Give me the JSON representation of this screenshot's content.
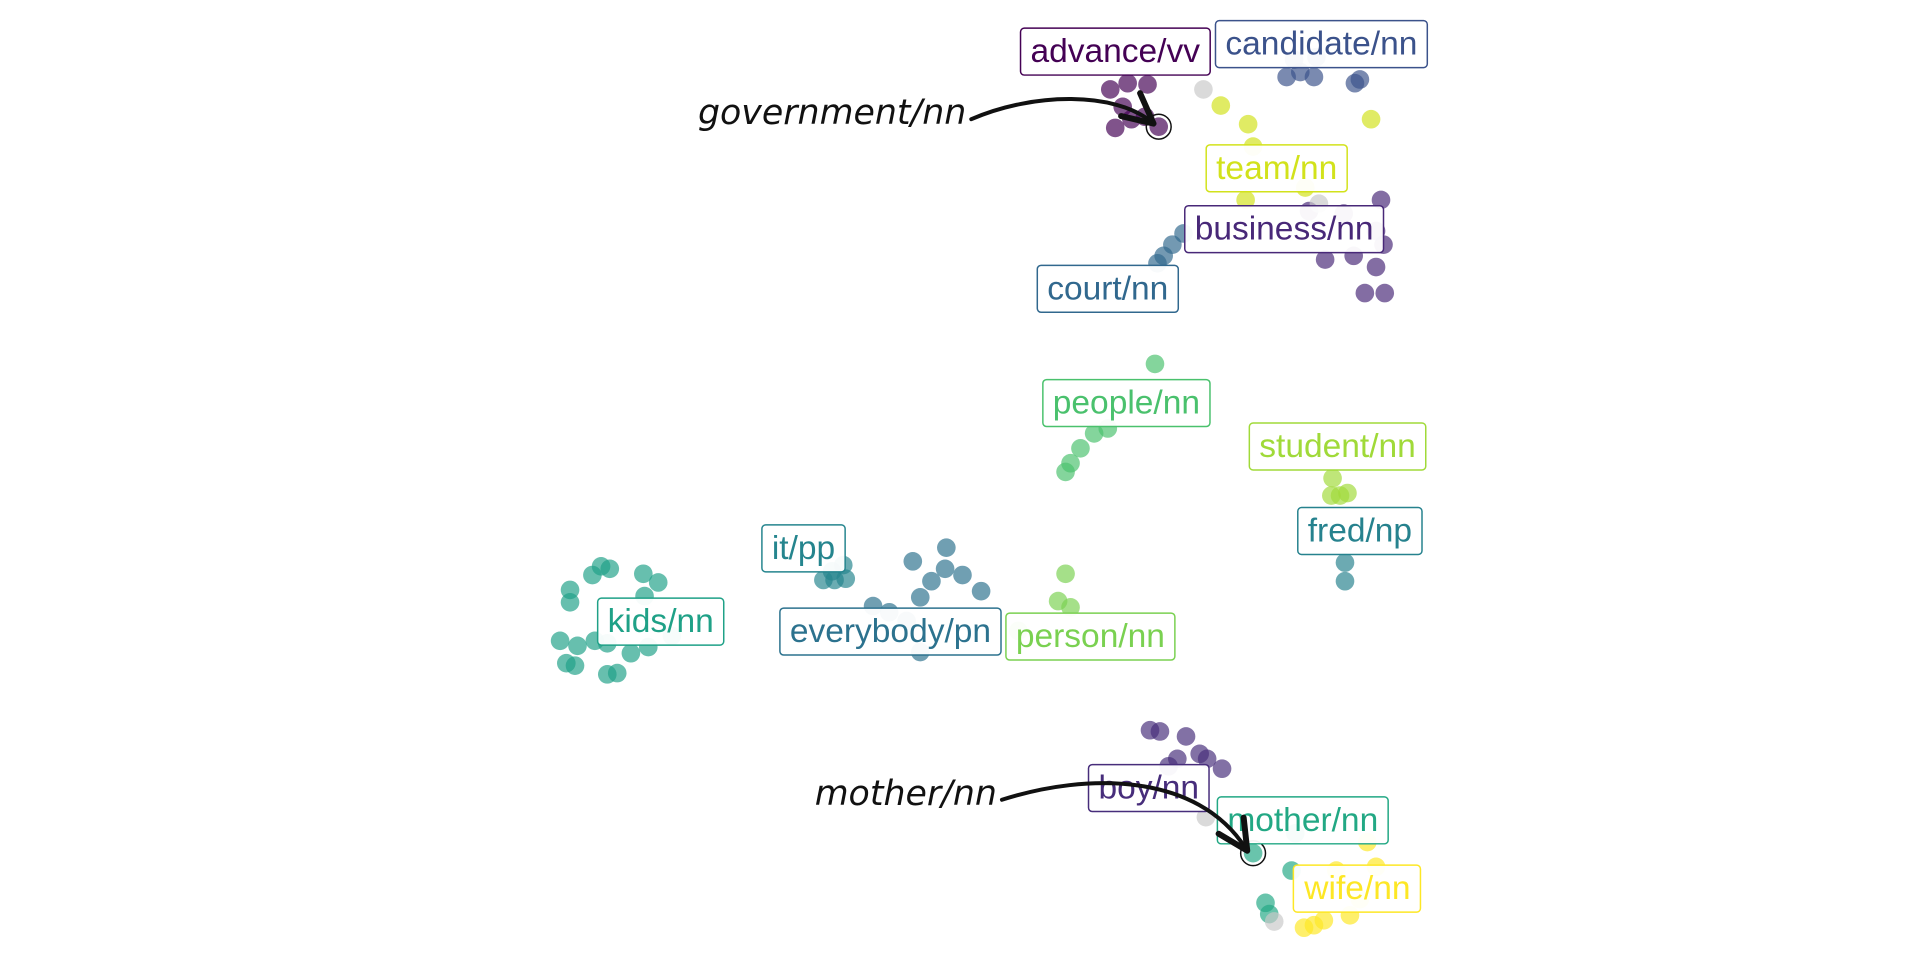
{
  "chart_data": {
    "type": "scatter",
    "title": "",
    "xlabel": "",
    "ylabel": "",
    "xlim": [
      0,
      1546
    ],
    "ylim": [
      760,
      0
    ],
    "grid": false,
    "legend": "none",
    "marker_opacity": 0.68,
    "clusters": [
      {
        "label": "advance/vv",
        "color": "#440154",
        "label_at": [
          898,
          41
        ],
        "points": [
          [
            894,
            72
          ],
          [
            908,
            67
          ],
          [
            924,
            68
          ],
          [
            898,
            103
          ],
          [
            911,
            96
          ],
          [
            922,
            94
          ],
          [
            933,
            102
          ],
          [
            904,
            86
          ]
        ]
      },
      {
        "label": "candidate/nn",
        "color": "#3b528b",
        "label_at": [
          1064,
          35
        ],
        "points": [
          [
            1036,
            62
          ],
          [
            1047,
            58
          ],
          [
            1058,
            62
          ],
          [
            1091,
            67
          ],
          [
            1095,
            64
          ],
          [
            1042,
            48
          ],
          [
            1060,
            46
          ]
        ]
      },
      {
        "label": "team/nn",
        "color": "#d2e21b",
        "label_at": [
          1028,
          135
        ],
        "points": [
          [
            983,
            85
          ],
          [
            1005,
            100
          ],
          [
            1104,
            96
          ],
          [
            1003,
            161
          ],
          [
            1009,
            118
          ],
          [
            1051,
            151
          ]
        ]
      },
      {
        "label": "business/nn",
        "color": "#482878",
        "label_at": [
          1034,
          184
        ],
        "points": [
          [
            1112,
            161
          ],
          [
            1108,
            186
          ],
          [
            1114,
            197
          ],
          [
            1067,
            209
          ],
          [
            1090,
            206
          ],
          [
            1108,
            215
          ],
          [
            1099,
            236
          ],
          [
            1115,
            236
          ],
          [
            1054,
            170
          ],
          [
            1082,
            172
          ]
        ]
      },
      {
        "label": "court/nn",
        "color": "#31688e",
        "label_at": [
          892,
          232
        ],
        "points": [
          [
            937,
            206
          ],
          [
            944,
            197
          ],
          [
            953,
            188
          ],
          [
            932,
            212
          ]
        ]
      },
      {
        "label": "people/nn",
        "color": "#4ac16d",
        "label_at": [
          907,
          324
        ],
        "points": [
          [
            930,
            293
          ],
          [
            881,
            349
          ],
          [
            892,
            345
          ],
          [
            870,
            361
          ],
          [
            862,
            373
          ],
          [
            858,
            380
          ]
        ]
      },
      {
        "label": "student/nn",
        "color": "#a0da39",
        "label_at": [
          1077,
          359
        ],
        "points": [
          [
            1073,
            385
          ],
          [
            1072,
            399
          ],
          [
            1085,
            397
          ],
          [
            1079,
            399
          ]
        ]
      },
      {
        "label": "fred/np",
        "color": "#26828e",
        "label_at": [
          1095,
          427
        ],
        "points": [
          [
            1083,
            453
          ],
          [
            1083,
            468
          ]
        ]
      },
      {
        "label": "it/pp",
        "color": "#25858e",
        "label_at": [
          647,
          441
        ],
        "points": [
          [
            663,
            467
          ],
          [
            672,
            467
          ],
          [
            681,
            466
          ],
          [
            679,
            455
          ],
          [
            670,
            460
          ]
        ]
      },
      {
        "label": "everybody/pn",
        "color": "#2c728e",
        "label_at": [
          717,
          508
        ],
        "points": [
          [
            735,
            452
          ],
          [
            762,
            441
          ],
          [
            761,
            458
          ],
          [
            775,
            463
          ],
          [
            750,
            468
          ],
          [
            790,
            476
          ],
          [
            741,
            481
          ],
          [
            703,
            488
          ],
          [
            716,
            493
          ],
          [
            741,
            525
          ],
          [
            730,
            500
          ]
        ]
      },
      {
        "label": "person/nn",
        "color": "#7ad151",
        "label_at": [
          878,
          512
        ],
        "points": [
          [
            858,
            462
          ],
          [
            852,
            484
          ],
          [
            862,
            489
          ],
          [
            820,
            508
          ]
        ]
      },
      {
        "label": "kids/nn",
        "color": "#1fa187",
        "label_at": [
          532,
          500
        ],
        "points": [
          [
            459,
            475
          ],
          [
            459,
            485
          ],
          [
            477,
            463
          ],
          [
            484,
            456
          ],
          [
            491,
            458
          ],
          [
            518,
            462
          ],
          [
            530,
            469
          ],
          [
            519,
            480
          ],
          [
            451,
            516
          ],
          [
            465,
            520
          ],
          [
            479,
            516
          ],
          [
            489,
            518
          ],
          [
            456,
            534
          ],
          [
            463,
            536
          ],
          [
            489,
            543
          ],
          [
            497,
            542
          ],
          [
            508,
            526
          ],
          [
            522,
            521
          ],
          [
            541,
            512
          ]
        ]
      },
      {
        "label": "boy/nn",
        "color": "#472d7b",
        "label_at": [
          925,
          634
        ],
        "points": [
          [
            926,
            588
          ],
          [
            934,
            589
          ],
          [
            955,
            593
          ],
          [
            966,
            607
          ],
          [
            972,
            611
          ],
          [
            984,
            619
          ],
          [
            948,
            611
          ],
          [
            941,
            617
          ]
        ]
      },
      {
        "label": "mother/nn",
        "color": "#22a884",
        "label_at": [
          1049,
          660
        ],
        "points": [
          [
            1009,
            687
          ],
          [
            1040,
            701
          ],
          [
            1019,
            727
          ],
          [
            1022,
            736
          ],
          [
            1043,
            671
          ]
        ]
      },
      {
        "label": "wife/nn",
        "color": "#fde725",
        "label_at": [
          1093,
          715
        ],
        "points": [
          [
            1101,
            678
          ],
          [
            1076,
            701
          ],
          [
            1108,
            698
          ],
          [
            1087,
            737
          ],
          [
            1066,
            741
          ],
          [
            1058,
            745
          ],
          [
            1050,
            747
          ],
          [
            1095,
            724
          ]
        ]
      },
      {
        "label": "",
        "color": "#c8c8c8",
        "label_at": null,
        "points": [
          [
            969,
            72
          ],
          [
            1062,
            164
          ],
          [
            971,
            658
          ],
          [
            1026,
            742
          ]
        ]
      }
    ],
    "annotations": [
      {
        "text": "government/nn",
        "text_at": [
          562,
          100
        ],
        "target": [
          933,
          102
        ]
      },
      {
        "text": "mother/nn",
        "text_at": [
          656,
          648
        ],
        "target": [
          1009,
          687
        ]
      }
    ]
  }
}
